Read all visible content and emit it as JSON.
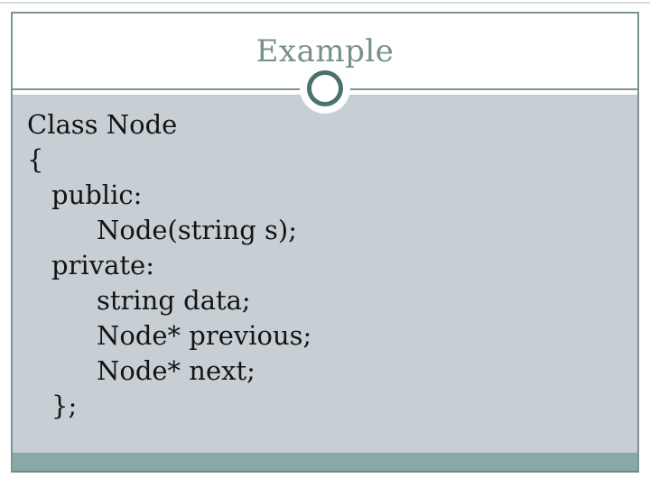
{
  "slide": {
    "title": "Example",
    "code_lines": [
      {
        "text": "Class Node",
        "indent": 0
      },
      {
        "text": "{",
        "indent": 0
      },
      {
        "text": "public:",
        "indent": 1
      },
      {
        "text": "Node(string s);",
        "indent": 2
      },
      {
        "text": "private:",
        "indent": 1
      },
      {
        "text": "string data;",
        "indent": 2
      },
      {
        "text": "Node* previous;",
        "indent": 2
      },
      {
        "text": "Node* next;",
        "indent": 2
      },
      {
        "text": "};",
        "indent": 1
      }
    ],
    "ornament": {
      "shape": "circle-ring-on-divider",
      "flanking_squares": 2
    },
    "colors": {
      "page_background": "#ffffff",
      "frame_border": "#7f9294",
      "title_text": "#78908c",
      "body_background": "#c7cfd4",
      "footer_bar": "#8aa8a4",
      "ornament_ring": "#4c706b",
      "ornament_square": "#b4bdbd",
      "code_text": "#141414"
    }
  }
}
